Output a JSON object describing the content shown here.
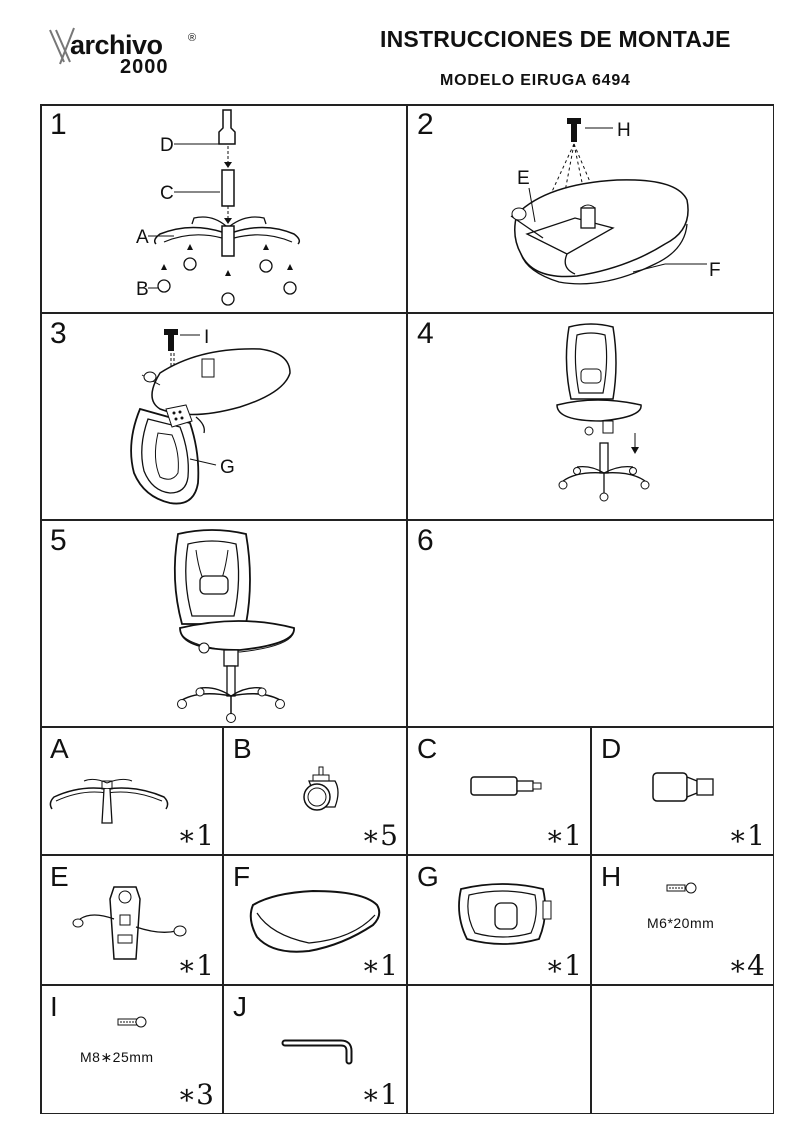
{
  "brand": {
    "name": "archivo",
    "registered": "®",
    "number": "2000"
  },
  "header": {
    "title": "INSTRUCCIONES DE MONTAJE",
    "model": "MODELO EIRUGA 6494"
  },
  "steps": [
    {
      "number": "1",
      "labels": [
        "D",
        "C",
        "A",
        "B"
      ]
    },
    {
      "number": "2",
      "labels": [
        "H",
        "E",
        "F"
      ]
    },
    {
      "number": "3",
      "labels": [
        "I",
        "G"
      ]
    },
    {
      "number": "4"
    },
    {
      "number": "5"
    },
    {
      "number": "6"
    }
  ],
  "parts": [
    {
      "letter": "A",
      "quantity": "∗1",
      "icon": "chair-base-icon"
    },
    {
      "letter": "B",
      "quantity": "∗5",
      "icon": "caster-wheel-icon"
    },
    {
      "letter": "C",
      "quantity": "∗1",
      "icon": "gas-lift-icon"
    },
    {
      "letter": "D",
      "quantity": "∗1",
      "icon": "lift-cover-icon"
    },
    {
      "letter": "E",
      "quantity": "∗1",
      "icon": "tilt-mechanism-icon"
    },
    {
      "letter": "F",
      "quantity": "∗1",
      "icon": "seat-cushion-icon"
    },
    {
      "letter": "G",
      "quantity": "∗1",
      "icon": "backrest-icon"
    },
    {
      "letter": "H",
      "quantity": "∗4",
      "spec": "M6*20mm",
      "icon": "bolt-icon"
    },
    {
      "letter": "I",
      "quantity": "∗3",
      "spec": "M8∗25mm",
      "icon": "bolt-icon"
    },
    {
      "letter": "J",
      "quantity": "∗1",
      "icon": "allen-key-icon"
    }
  ]
}
